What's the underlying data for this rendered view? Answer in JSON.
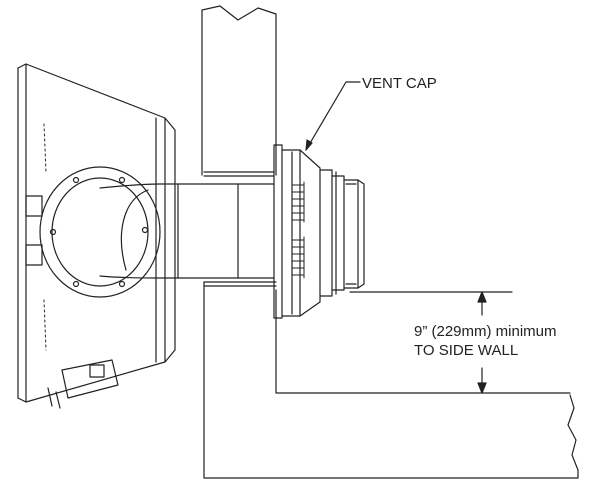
{
  "labels": {
    "vent_cap": "VENT CAP",
    "clearance_line1": "9” (229mm) minimum",
    "clearance_line2": "TO SIDE WALL"
  },
  "colors": {
    "line": "#222222",
    "background": "#ffffff"
  }
}
